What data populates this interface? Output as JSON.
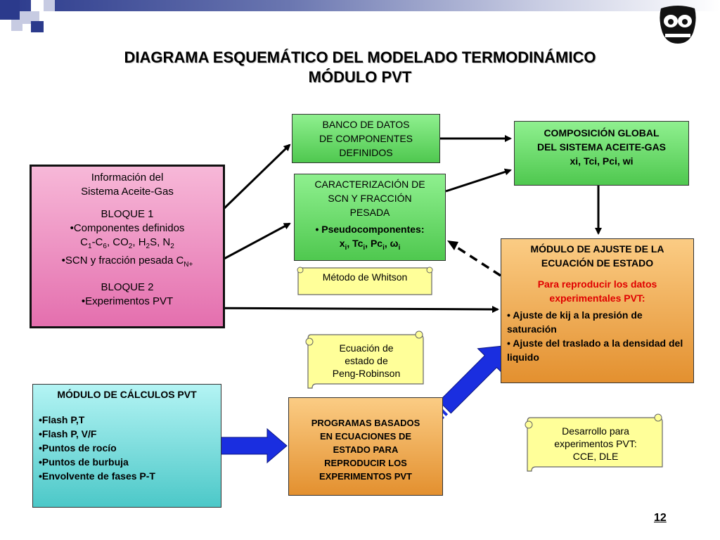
{
  "title": {
    "line1": "DIAGRAMA ESQUEMÁTICO DEL MODELADO TERMODINÁMICO",
    "line2": "MÓDULO PVT"
  },
  "banco": {
    "l1": "BANCO DE DATOS",
    "l2": "DE COMPONENTES",
    "l3": "DEFINIDOS"
  },
  "composicion": {
    "l1": "COMPOSICIÓN GLOBAL",
    "l2": "DEL SISTEMA ACEITE-GAS",
    "l3": "xi, Tci, Pci, wi"
  },
  "info": {
    "l1": "Información del",
    "l2": "Sistema Aceite-Gas",
    "bloque1": "BLOQUE 1",
    "item1": "Componentes definidos",
    "item1b_c": "C",
    "item1b_s1": "1",
    "item1b_dash": "-C",
    "item1b_s2": "6",
    "item1b_co": ", CO",
    "item1b_s3": "2",
    "item1b_h": ", H",
    "item1b_s4": "2",
    "item1b_sn": "S, N",
    "item1b_s5": "2",
    "item2": "SCN y fracción pesada C",
    "item2_sub": "N+",
    "bloque2": "BLOQUE 2",
    "item3": "Experimentos PVT",
    "bullet": "•"
  },
  "caract": {
    "l1": "CARACTERIZACIÓN DE",
    "l2": "SCN Y FRACCIÓN",
    "l3": "PESADA",
    "l4": "• Pseudocomponentes:",
    "x": "x",
    "i": "i",
    "tc": ", Tc",
    "pc": ", Pc",
    "w": ", ω"
  },
  "whitson": "Método de Whitson",
  "ajuste": {
    "l1": "MÓDULO DE AJUSTE DE LA",
    "l2": "ECUACIÓN DE ESTADO",
    "r1": "Para reproducir los datos",
    "r2": "experimentales PVT:",
    "p1": "•  Ajuste de kij a la presión de saturación",
    "p2": "• Ajuste del traslado a la densidad del liquido"
  },
  "ecuacion": {
    "l1": "Ecuación de",
    "l2": "estado de",
    "l3": "Peng-Robinson"
  },
  "calculos": {
    "title": "MÓDULO DE CÁLCULOS PVT",
    "items": [
      "•Flash P,T",
      "•Flash P, V/F",
      "•Puntos de rocío",
      "•Puntos de burbuja",
      "•Envolvente de fases P-T"
    ]
  },
  "programas": {
    "l1": "PROGRAMAS BASADOS",
    "l2": "EN ECUACIONES DE",
    "l3": "ESTADO PARA",
    "l4": "REPRODUCIR LOS",
    "l5": "EXPERIMENTOS PVT"
  },
  "desarrollo": {
    "l1": "Desarrollo para",
    "l2": "experimentos PVT:",
    "l3": "CCE, DLE"
  },
  "page_number": "12",
  "colors": {
    "green": "#4fc84f",
    "pink": "#e46fae",
    "cyan": "#4cc8c8",
    "orange": "#e3902f",
    "scroll": "#ffff99",
    "blue_arrow": "#1a2ee0",
    "navy": "#2b3a8c"
  },
  "icons": {
    "logo": "owl-logo-icon"
  }
}
